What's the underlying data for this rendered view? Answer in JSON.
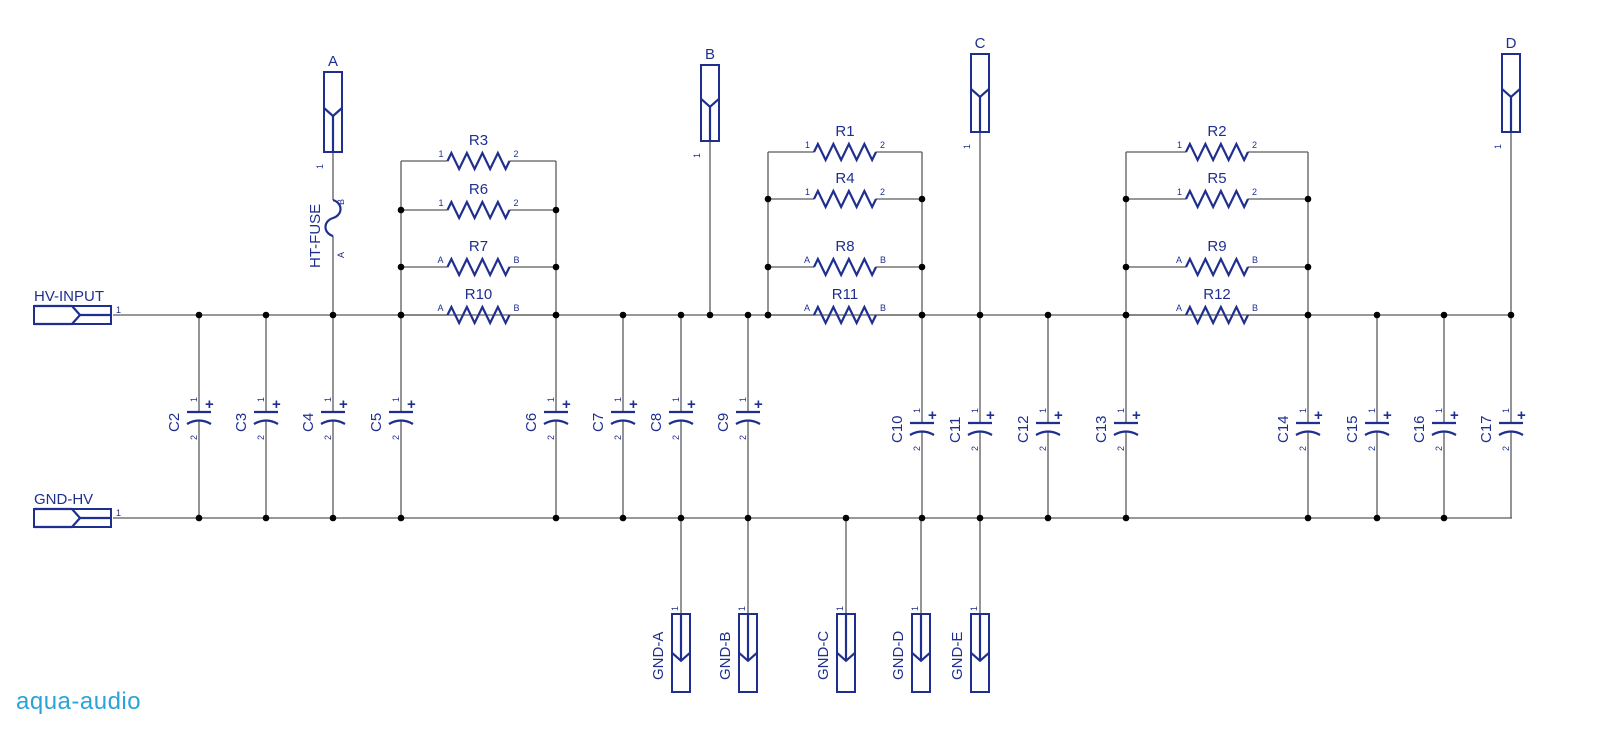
{
  "brand": "aqua-audio",
  "connectors": {
    "hv_input": "HV-INPUT",
    "gnd_hv": "GND-HV",
    "tap_a": "A",
    "tap_b": "B",
    "tap_c": "C",
    "tap_d": "D",
    "gnd_a": "GND-A",
    "gnd_b": "GND-B",
    "gnd_c": "GND-C",
    "gnd_d": "GND-D",
    "gnd_e": "GND-E"
  },
  "fuse": {
    "label": "HT-FUSE",
    "pin_a": "A",
    "pin_b": "B"
  },
  "resistors": [
    {
      "name": "R3",
      "pins": [
        "1",
        "2"
      ]
    },
    {
      "name": "R6",
      "pins": [
        "1",
        "2"
      ]
    },
    {
      "name": "R7",
      "pins": [
        "A",
        "B"
      ]
    },
    {
      "name": "R10",
      "pins": [
        "A",
        "B"
      ]
    },
    {
      "name": "R1",
      "pins": [
        "1",
        "2"
      ]
    },
    {
      "name": "R4",
      "pins": [
        "1",
        "2"
      ]
    },
    {
      "name": "R8",
      "pins": [
        "A",
        "B"
      ]
    },
    {
      "name": "R11",
      "pins": [
        "A",
        "B"
      ]
    },
    {
      "name": "R2",
      "pins": [
        "1",
        "2"
      ]
    },
    {
      "name": "R5",
      "pins": [
        "1",
        "2"
      ]
    },
    {
      "name": "R9",
      "pins": [
        "A",
        "B"
      ]
    },
    {
      "name": "R12",
      "pins": [
        "A",
        "B"
      ]
    }
  ],
  "capacitors": [
    "C2",
    "C3",
    "C4",
    "C5",
    "C6",
    "C7",
    "C8",
    "C9",
    "C10",
    "C11",
    "C12",
    "C13",
    "C14",
    "C15",
    "C16",
    "C17"
  ],
  "pin_labels": {
    "one": "1",
    "two": "2",
    "plus": "+"
  }
}
